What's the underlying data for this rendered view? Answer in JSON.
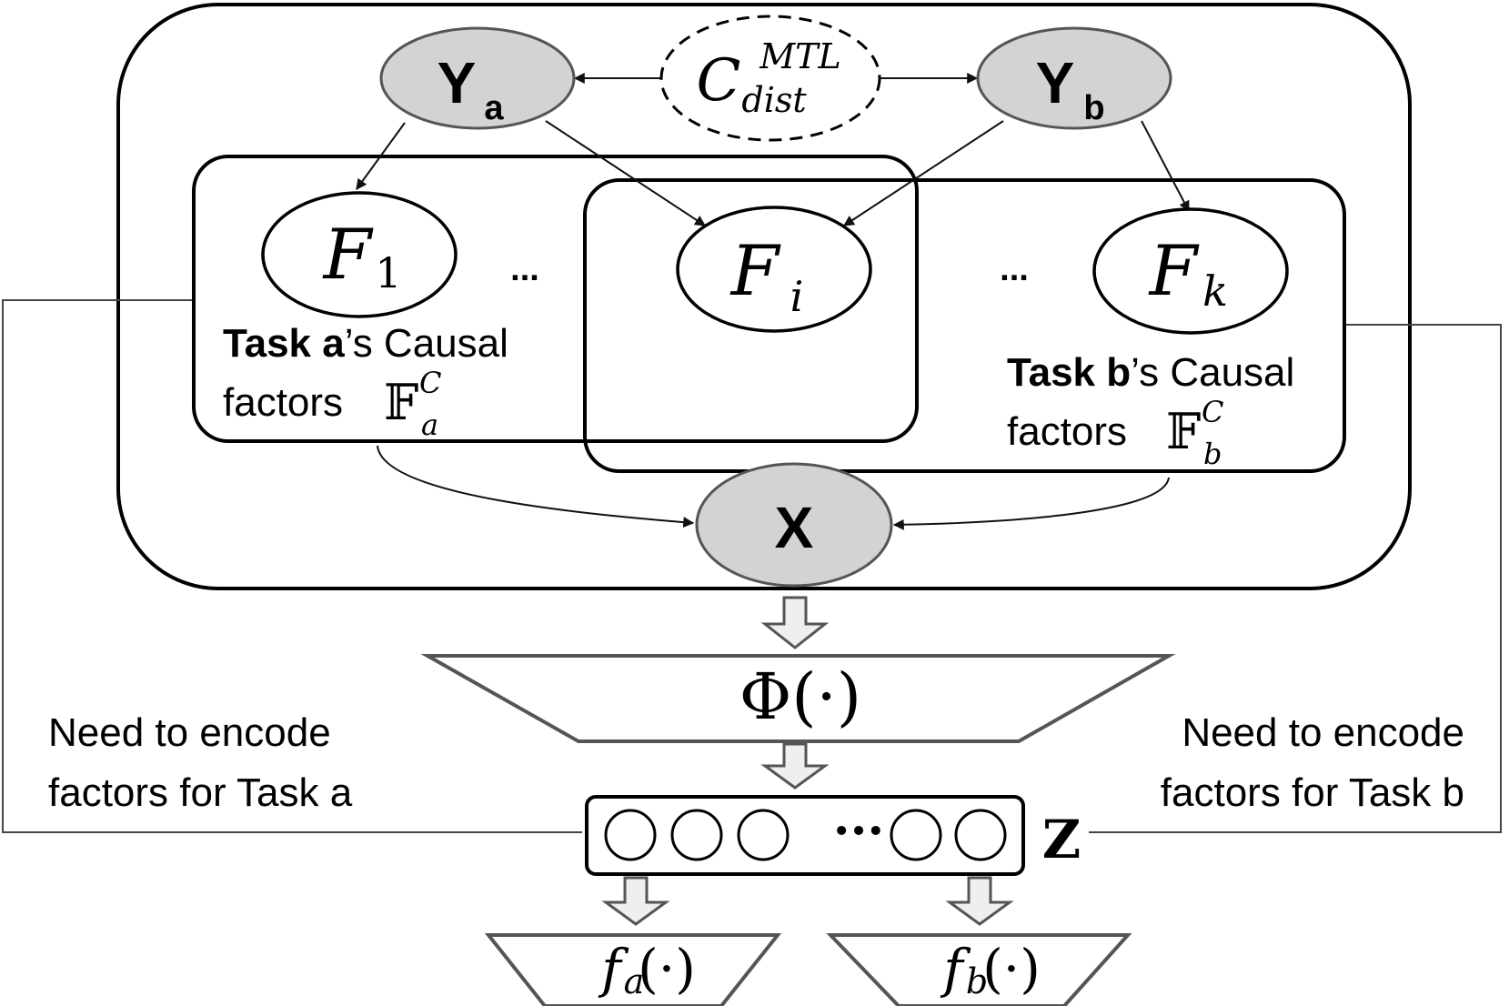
{
  "nodes": {
    "ya": {
      "main": "Y",
      "sub": "a"
    },
    "yb": {
      "main": "Y",
      "sub": "b"
    },
    "cdist": {
      "main": "C",
      "sup": "MTL",
      "sub": "dist"
    },
    "f1": {
      "main": "F",
      "sub": "1"
    },
    "fi": {
      "main": "F",
      "sub": "i"
    },
    "fk": {
      "main": "F",
      "sub": "k"
    },
    "x": {
      "label": "X"
    },
    "ellipsis_left": "...",
    "ellipsis_right": "..."
  },
  "groups": {
    "task_a": {
      "bold": "Task a",
      "rest": "’s Causal",
      "line2": "factors",
      "symbol": "𝔽",
      "sup": "C",
      "sub": "a"
    },
    "task_b": {
      "bold": "Task b",
      "rest": "’s Causal",
      "line2": "factors",
      "symbol": "𝔽",
      "sup": "C",
      "sub": "b"
    }
  },
  "encoder": {
    "label": "Φ(·)"
  },
  "representation": {
    "label": "Z",
    "dots": "···"
  },
  "heads": {
    "a": {
      "main": "f",
      "sub": "a",
      "args": "(·)"
    },
    "b": {
      "main": "f",
      "sub": "b",
      "args": "(·)"
    }
  },
  "notes": {
    "left": {
      "line1": "Need to encode",
      "line2": "factors for Task a"
    },
    "right": {
      "line1": "Need to encode",
      "line2": "factors for Task b"
    }
  },
  "colors": {
    "shaded_node": "#d3d3d3",
    "arrow_fill": "#efefef",
    "line": "#000000"
  }
}
